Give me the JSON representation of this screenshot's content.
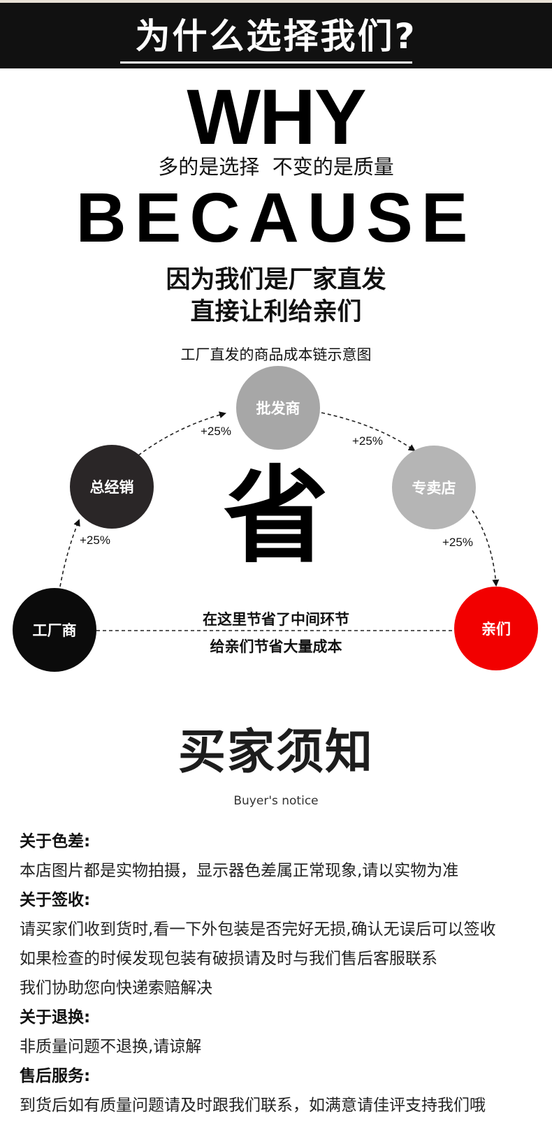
{
  "header": {
    "title": "为什么选择我们?"
  },
  "hero": {
    "why": "WHY",
    "tagline": "多的是选择  不变的是质量",
    "because": "BECAUSE",
    "reason_line1": "因为我们是厂家直发",
    "reason_line2": "直接让利给亲们"
  },
  "diagram": {
    "title": "工厂直发的商品成本链示意图",
    "nodes": {
      "factory": "工厂商",
      "distributor": "总经销",
      "wholesaler": "批发商",
      "store": "专卖店",
      "customer": "亲们"
    },
    "markup": {
      "factory_to_distributor": "+25%",
      "distributor_to_wholesaler": "+25%",
      "wholesaler_to_store": "+25%",
      "store_to_customer": "+25%"
    },
    "center_char": "省",
    "note_line1": "在这里节省了中间环节",
    "note_line2": "给亲们节省大量成本",
    "colors": {
      "factory": "#0b0b0b",
      "distributor": "#2a2627",
      "wholesaler": "#a7a7a7",
      "store": "#b5b5b5",
      "customer": "#f20000"
    }
  },
  "notice": {
    "title": "买家须知",
    "subtitle": "Buyer's notice",
    "lines": [
      {
        "text": "关于色差:",
        "kind": "head"
      },
      {
        "text": "本店图片都是实物拍摄，显示器色差属正常现象,请以实物为准",
        "kind": "body"
      },
      {
        "text": "关于签收:",
        "kind": "head"
      },
      {
        "text": "请买家们收到货时,看一下外包装是否完好无损,确认无误后可以签收",
        "kind": "body"
      },
      {
        "text": "如果检查的时候发现包装有破损请及时与我们售后客服联系",
        "kind": "body"
      },
      {
        "text": "我们协助您向快递索赔解决",
        "kind": "body"
      },
      {
        "text": "关于退换:",
        "kind": "head"
      },
      {
        "text": "非质量问题不退换,请谅解",
        "kind": "body"
      },
      {
        "text": "售后服务:",
        "kind": "head"
      },
      {
        "text": "到货后如有质量问题请及时跟我们联系，如满意请佳评支持我们哦",
        "kind": "body"
      }
    ]
  }
}
